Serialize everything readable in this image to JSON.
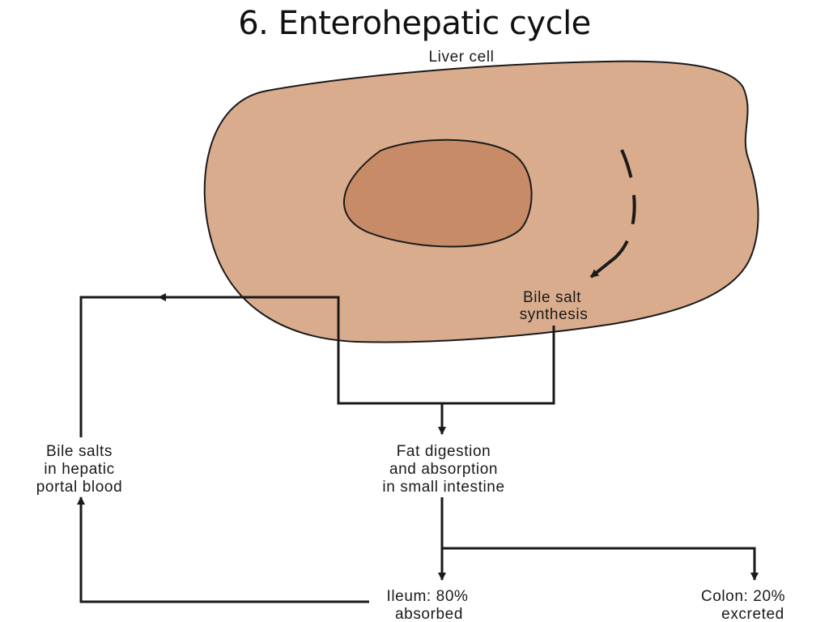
{
  "title": "6. Enterohepatic cycle",
  "colors": {
    "cell_fill": "#d9ac8d",
    "nucleus_fill": "#c88b67",
    "outline": "#1a1a1a",
    "text": "#1a1a1a",
    "background": "#ffffff"
  },
  "labels": {
    "liver_cell": "Liver cell",
    "synthesis_line1": "Bile salt",
    "synthesis_line2": "synthesis",
    "digestion_line1": "Fat digestion",
    "digestion_line2": "and absorption",
    "digestion_line3": "in small intestine",
    "portal_line1": "Bile salts",
    "portal_line2": "in hepatic",
    "portal_line3": "portal blood",
    "ileum_line1": "Ileum: 80%",
    "ileum_line2": "absorbed",
    "colon_line1": "Colon: 20%",
    "colon_line2": "excreted"
  }
}
